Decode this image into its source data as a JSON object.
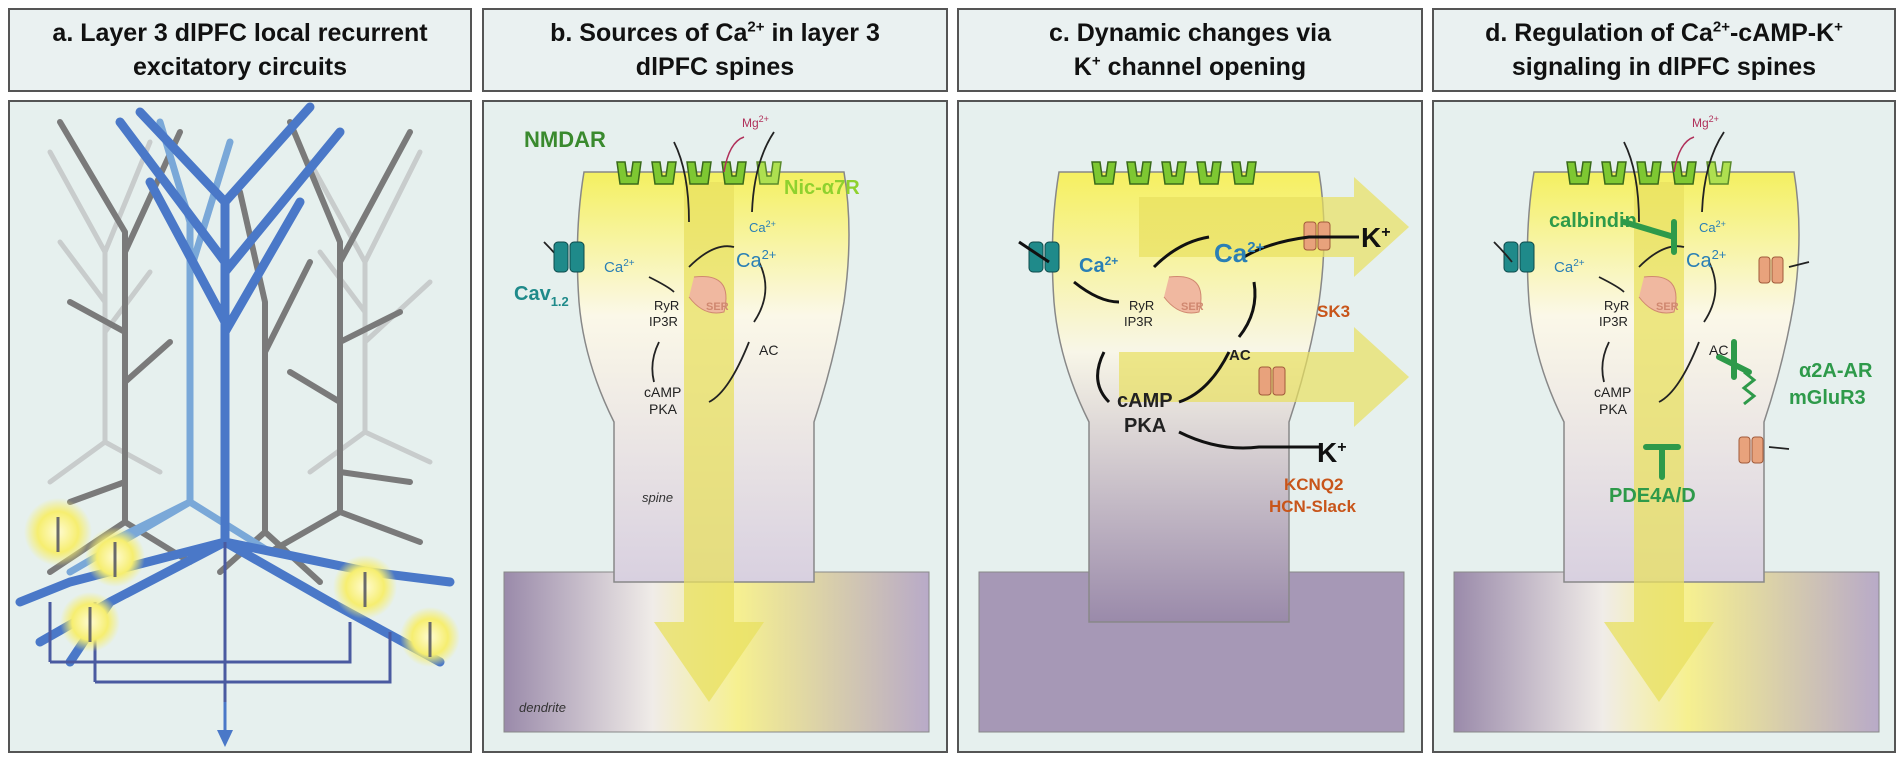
{
  "panels": {
    "a": {
      "title_line1": "a. Layer 3 dlPFC local recurrent",
      "title_line2": "excitatory circuits"
    },
    "b": {
      "title_pre": "b. Sources of Ca",
      "title_sup": "2+",
      "title_post": " in layer 3",
      "title_line2": "dlPFC spines"
    },
    "c": {
      "title_line1": "c. Dynamic changes via",
      "title_pre": "K",
      "title_sup": "+",
      "title_post": " channel opening"
    },
    "d": {
      "title_pre": "d. Regulation of Ca",
      "title_sup1": "2+",
      "title_mid": "-cAMP-K",
      "title_sup2": "+",
      "title_line2": "signaling in dlPFC spines"
    }
  },
  "labels": {
    "nmdar": "NMDAR",
    "nic_a7r": "Nic-α7R",
    "mg": "Mg",
    "mg_sup": "2+",
    "ca": "Ca",
    "ca_sup": "2+",
    "cav": "Cav",
    "cav_sub": "1.2",
    "ryr": "RyR",
    "ip3r": "IP3R",
    "ser": "SER",
    "ac": "AC",
    "camp": "cAMP",
    "pka": "PKA",
    "spine": "spine",
    "dendrite": "dendrite",
    "k": "K",
    "k_sup": "+",
    "sk3": "SK3",
    "kcnq2": "KCNQ2",
    "hcn_slack": "HCN-Slack",
    "calbindin": "calbindin",
    "a2a_ar": "α2A-AR",
    "mglur3": "mGluR3",
    "pde4": "PDE4A/D"
  },
  "colors": {
    "panel_bg": "#e6f0ee",
    "title_bg": "#eaf1f1",
    "receptor_green": "#7ec832",
    "nmdar_text": "#3a8a2e",
    "nic_text": "#8fd12e",
    "ca_blue": "#2a7fb5",
    "cav_teal": "#1f8a8a",
    "channel_orange": "#e8a27c",
    "k_text_orange": "#c8551a",
    "inhibit_green": "#2e9a4a",
    "mg_red": "#b0305a",
    "arrow_yellow": "#e8e060",
    "neuron_blue": "#4a78c8",
    "neuron_gray": "#7a7a7a"
  }
}
